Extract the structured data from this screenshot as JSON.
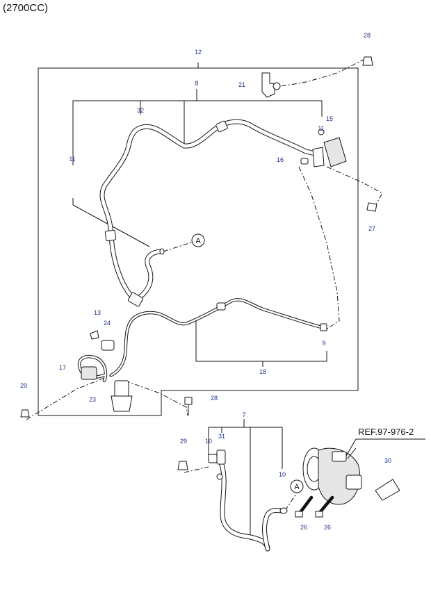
{
  "header": {
    "engine_label": "(2700CC)"
  },
  "reference": {
    "label": "REF.97-976-2"
  },
  "callouts": {
    "a_upper": "A",
    "a_lower": "A"
  },
  "part_numbers": {
    "p28_top": "28",
    "p12": "12",
    "p21": "21",
    "p8": "8",
    "p32": "32",
    "p15": "15",
    "p11_right": "11",
    "p11_left": "11",
    "p16": "16",
    "p27": "27",
    "p13": "13",
    "p24": "24",
    "p9": "9",
    "p17": "17",
    "p18": "18",
    "p29_left": "29",
    "p23": "23",
    "p28_mid": "28",
    "p7": "7",
    "p29_lower": "29",
    "p10_left": "10",
    "p31": "31",
    "p10_right": "10",
    "p30": "30",
    "p26_a": "26",
    "p26_b": "26"
  }
}
